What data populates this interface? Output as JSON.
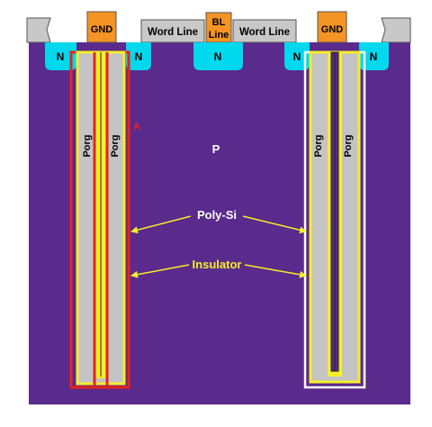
{
  "colors": {
    "substrate": "#5a2a8c",
    "n_region": "#00d8ee",
    "gnd_pad": "#f39424",
    "gate_box": "#c8c8c8",
    "poly": "#c4c4c4",
    "insulator": "#f5ee2a",
    "highlight": "#e8221c",
    "arrow": "#f5ee2a",
    "label_text": "#ffffff"
  },
  "top_labels": {
    "gnd_left": "GND",
    "word_line_left": "Word Line",
    "bl_line_top": "BL",
    "bl_line_bottom": "Line",
    "word_line_right": "Word Line",
    "gnd_right": "GND"
  },
  "region_labels": {
    "n": "N",
    "p": "P",
    "a_marker": "A"
  },
  "trench_labels": [
    "Porg",
    "Porg",
    "Porg",
    "Porg"
  ],
  "callouts": {
    "poly_si": "Poly-Si",
    "insulator": "Insulator"
  }
}
